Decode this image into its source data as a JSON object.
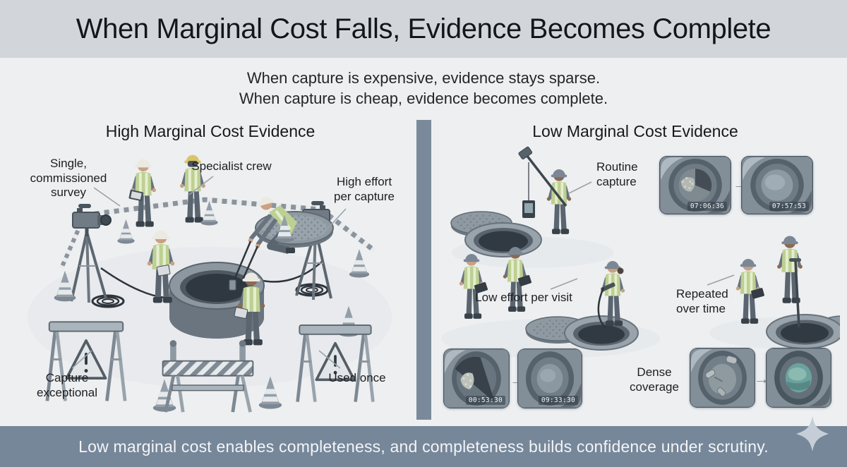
{
  "title": "When Marginal Cost Falls, Evidence Becomes Complete",
  "subtitle_line1": "When capture is expensive, evidence stays sparse.",
  "subtitle_line2": "When capture is cheap, evidence becomes complete.",
  "left_panel": {
    "heading": "High Marginal Cost Evidence",
    "labels": {
      "single_survey": "Single,\ncommissioned\nsurvey",
      "specialist_crew": "Specialist crew",
      "high_effort": "High effort\nper capture",
      "capture_exceptional": "Capture\nexceptional",
      "used_once": "Used once"
    }
  },
  "right_panel": {
    "heading": "Low Marginal Cost Evidence",
    "labels": {
      "routine_capture": "Routine\ncapture",
      "low_effort": "Low effort per visit",
      "repeated": "Repeated\nover time",
      "dense_coverage": "Dense\ncoverage"
    },
    "timestamps": {
      "pair_top": [
        "07:06:36",
        "07:57:53"
      ],
      "pair_bottom_left": [
        "00:53:30",
        "09:33:30"
      ]
    }
  },
  "footer": {
    "text": "Low marginal cost enables completeness, and completeness builds confidence under scrutiny."
  },
  "icons": {
    "arrow": "→"
  },
  "colors": {
    "title_band": "#d2d5d9",
    "background": "#edeff1",
    "banner": "#76879a",
    "divider": "#7a8a9a",
    "vest_green": "#bdd093",
    "sparkle": "#c5ced6"
  }
}
